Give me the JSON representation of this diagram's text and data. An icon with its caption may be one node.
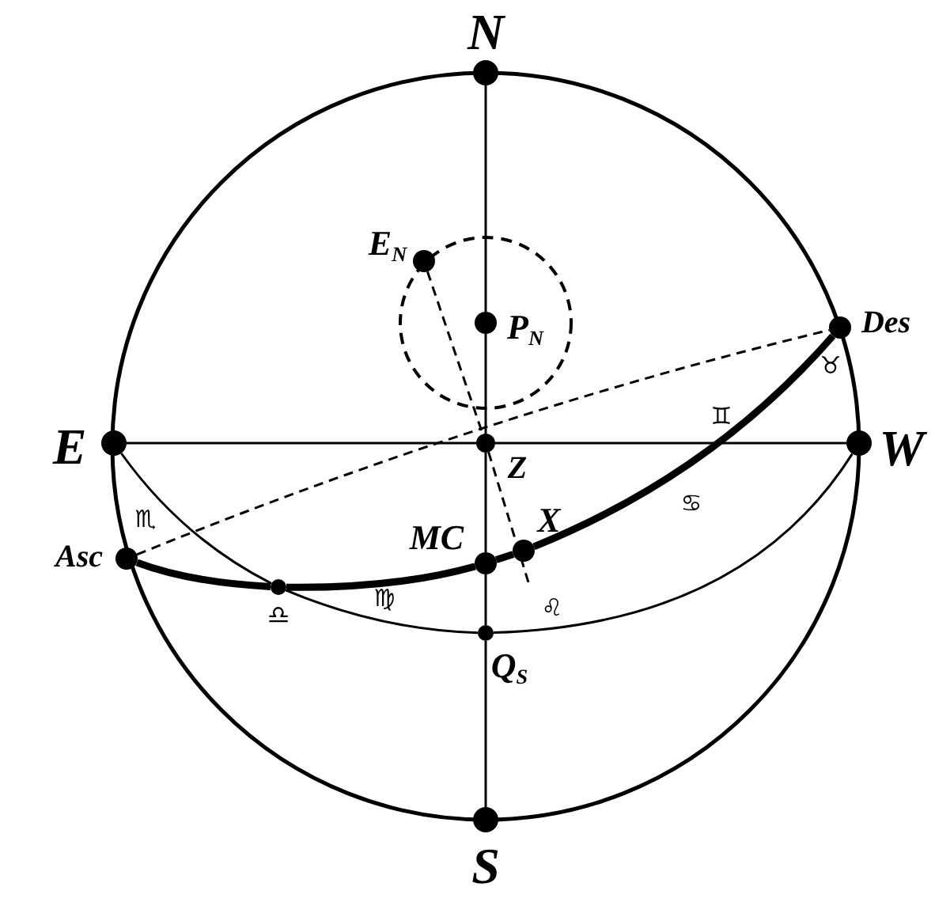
{
  "diagram": {
    "nodes": [
      {
        "text": [
          "N"
        ]
      },
      {
        "text": [
          "E$_{N}$"
        ]
      },
      {
        "text": [
          "P$_{N}$"
        ]
      },
      {
        "text": [
          "Des"
        ]
      },
      {
        "text": [
          "E"
        ]
      },
      {
        "text": [
          "Z"
        ]
      },
      {
        "text": [
          "W"
        ]
      },
      {
        "text": [
          "Asc"
        ]
      },
      {
        "text": [
          "MC"
        ]
      },
      {
        "text": [
          "X"
        ]
      },
      {
        "text": [
          "♎"
        ]
      },
      {
        "text": [
          "Q$_{S}$"
        ]
      },
      {
        "text": [
          "S"
        ]
      }
    ],
    "edges": [
      {
        "from": 0,
        "to": 2,
        "arrow": "none"
      },
      {
        "from": 2,
        "to": 5,
        "arrow": "none"
      },
      {
        "from": 5,
        "to": 8,
        "arrow": "none"
      },
      {
        "from": 8,
        "to": 11,
        "arrow": "none"
      },
      {
        "from": 11,
        "to": 12,
        "arrow": "none"
      },
      {
        "from": 4,
        "to": 5,
        "arrow": "none"
      },
      {
        "from": 5,
        "to": 6,
        "arrow": "none"
      },
      {
        "from": 7,
        "to": 3,
        "arrow": "none",
        "style": "dashed"
      },
      {
        "from": 1,
        "to": 5,
        "arrow": "none",
        "style": "dashed"
      },
      {
        "from": 5,
        "to": null,
        "arrow": "none",
        "style": "dashed"
      },
      {
        "from": 7,
        "to": 10,
        "arrow": "none",
        "style": "thick"
      },
      {
        "from": 10,
        "to": 8,
        "arrow": "none",
        "style": "thick"
      },
      {
        "from": 8,
        "to": 9,
        "arrow": "none",
        "style": "thick"
      },
      {
        "from": 9,
        "to": 3,
        "arrow": "none",
        "style": "thick"
      },
      {
        "from": 4,
        "to": 10,
        "arrow": "none"
      },
      {
        "from": 10,
        "to": 11,
        "arrow": "none"
      },
      {
        "from": 11,
        "to": 6,
        "arrow": "none"
      }
    ],
    "labels": [
      "♉",
      "♊",
      "♋",
      "♏",
      "♍",
      "♌"
    ]
  }
}
